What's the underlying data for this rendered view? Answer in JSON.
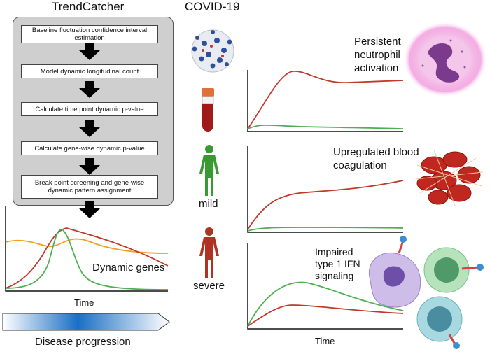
{
  "left": {
    "title": "TrendCatcher",
    "steps": [
      "Baseline fluctuation confidence interval estimation",
      "Model dynamic longitudinal count",
      "Calculate time point dynamic p-value",
      "Calculate gene-wise dynamic p-value",
      "Break point screening and gene-wise dynamic pattern assignment"
    ],
    "plot_label": "Dynamic genes",
    "plot_xlabel": "Time",
    "progression_label": "Disease progression"
  },
  "middle": {
    "title": "COVID-19",
    "mild_label": "mild",
    "severe_label": "severe"
  },
  "right": {
    "annotations": {
      "top": [
        "Persistent",
        "neutrophil",
        "activation"
      ],
      "middle": [
        "Upregulated blood",
        "coagulation"
      ],
      "bottom": [
        "Impaired",
        "type 1 IFN",
        "signaling"
      ]
    },
    "xlabel": "Time"
  },
  "colors": {
    "red_curve": "#c0392b",
    "green_curve": "#4caf50",
    "orange_curve": "#f0a01c",
    "mild_figure": "#3a9a32",
    "severe_figure": "#b03222"
  }
}
